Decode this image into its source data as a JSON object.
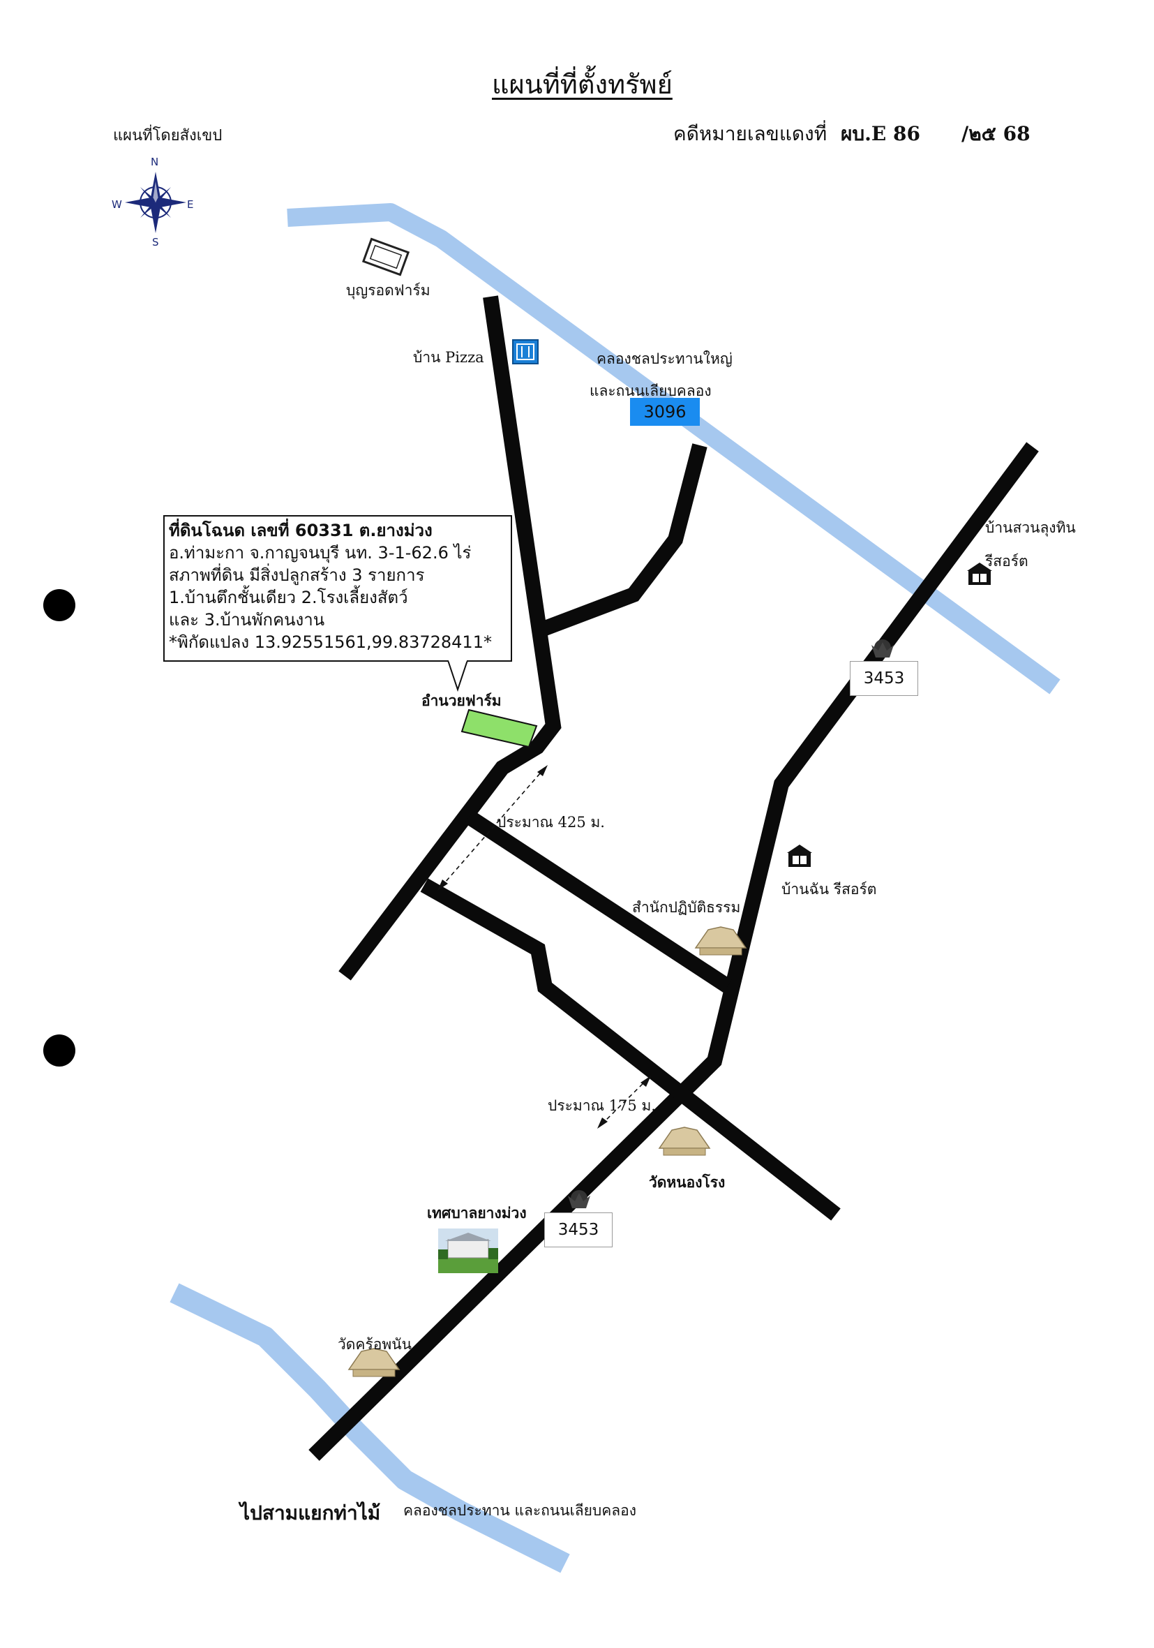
{
  "header": {
    "title": "แผนที่ที่ตั้งทรัพย์",
    "subtitle": "แผนที่โดยสังเขป",
    "case_label": "คดีหมายเลขแดงที่",
    "case_prefix": "ผบ.E 86",
    "case_suffix": "/๒๕ 68"
  },
  "compass": {
    "n": "N",
    "s": "S",
    "e": "E",
    "w": "W"
  },
  "info_box": {
    "lines": [
      "ที่ดินโฉนด เลขที่ 60331  ต.ยางม่วง",
      "อ.ท่ามะกา  จ.กาญจนบุรี  นท. 3-1-62.6 ไร่",
      "สภาพที่ดิน มีสิ่งปลูกสร้าง 3 รายการ",
      "1.บ้านตึกชั้นเดียว 2.โรงเลี้ยงสัตว์",
      "และ 3.บ้านพักคนงาน",
      "*พิกัดแปลง 13.92551561,99.83728411*"
    ]
  },
  "places": {
    "boonrod_farm": "บุญรอดฟาร์ม",
    "pizza_house": "บ้าน Pizza",
    "canal_big_line1": "คลองชลประทานใหญ่",
    "canal_big_line2": "และถนนเลียบคลอง",
    "suan_lung_tin_line1": "บ้านสวนลุงทิน",
    "suan_lung_tin_line2": "รีสอร์ต",
    "amnuay_farm": "อำนวยฟาร์ม",
    "distance_425": "ประมาณ 425 ม.",
    "ban_chan_resort": "บ้านฉัน รีสอร์ต",
    "dharma_center": "สำนักปฏิบัติธรรม",
    "distance_175": "ประมาณ 175 ม.",
    "wat_nong_rong": "วัดหนองโรง",
    "yang_muang_municipality": "เทศบาลยางม่วง",
    "wat_khrophanan": "วัดคร้อพนัน",
    "to_junction": "ไปสามแยกท่าไม้",
    "canal_bottom": "คลองชลประทาน และถนนเลียบคลอง"
  },
  "road_shields": {
    "r3096": "3096",
    "r3453_top": "3453",
    "r3453_bottom": "3453"
  },
  "colors": {
    "river": "#a6c8ef",
    "road": "#0a0a0a",
    "parcel": "#8ee06a",
    "shield_blue": "#1a8cf0",
    "compass": "#1c2a7a"
  },
  "icons": [
    "compass-rose-icon",
    "farm-outline-icon",
    "restaurant-icon",
    "resort-house-icon",
    "temple-icon",
    "royal-emblem-icon",
    "municipality-photo-icon"
  ]
}
